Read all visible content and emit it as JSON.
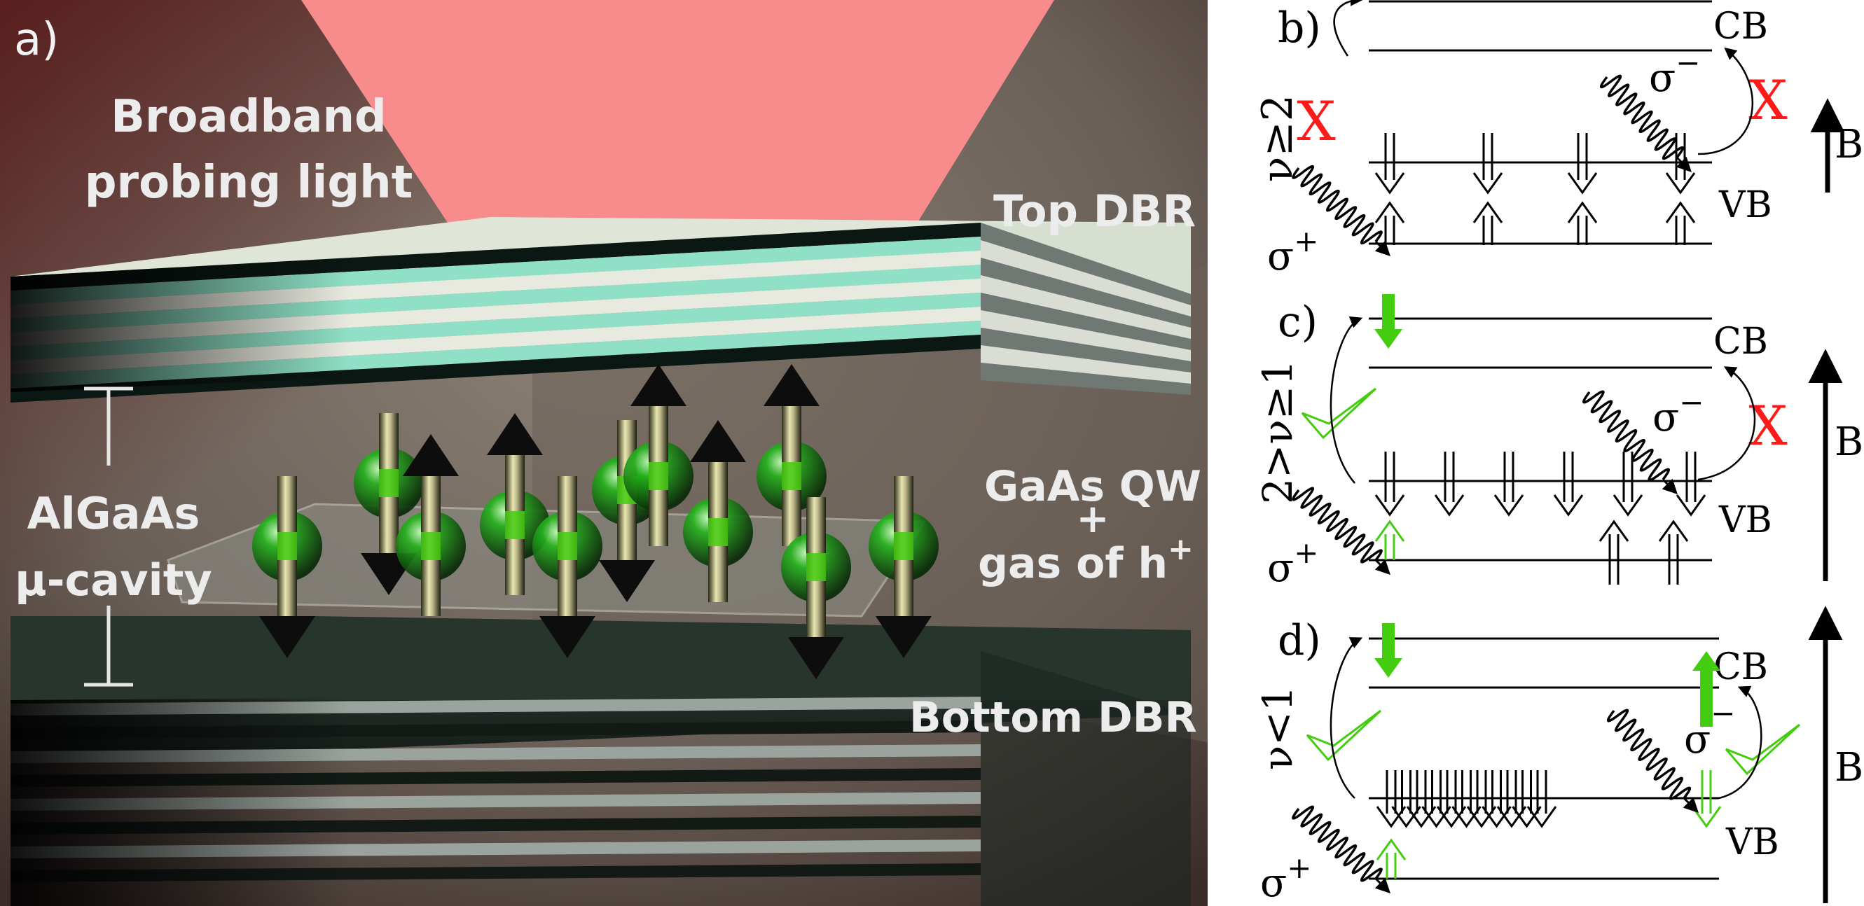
{
  "panel_a": {
    "label": "a)",
    "probe_line1": "Broadband",
    "probe_line2": "probing light",
    "top_dbr": "Top DBR",
    "cavity_line1": "AlGaAs",
    "cavity_line2": "μ-cavity",
    "qw_line1": "GaAs QW",
    "qw_plus": "+",
    "qw_line2": "gas of h",
    "qw_sup": "+",
    "bottom_dbr": "Bottom DBR"
  },
  "panels": [
    {
      "label": "b)",
      "nu": "ν≥2",
      "cb": "CB",
      "vb": "VB",
      "sigma_minus": "σ",
      "sigma_minus_sup": "−",
      "sigma_plus": "σ",
      "sigma_plus_sup": "+",
      "b": "B",
      "left_mark": "X",
      "right_mark": "X"
    },
    {
      "label": "c)",
      "nu": "2>ν≥1",
      "cb": "CB",
      "vb": "VB",
      "sigma_minus": "σ",
      "sigma_minus_sup": "−",
      "sigma_plus": "σ",
      "sigma_plus_sup": "+",
      "b": "B",
      "left_mark": "check",
      "right_mark": "X"
    },
    {
      "label": "d)",
      "nu": "ν<1",
      "cb": "CB",
      "vb": "VB",
      "sigma_minus": "σ",
      "sigma_minus_sup": "−",
      "sigma_plus": "σ",
      "sigma_plus_sup": "+",
      "b": "B",
      "left_mark": "check",
      "right_mark": "check"
    }
  ],
  "colors": {
    "probe_light": "#f88c8c",
    "dbr_teal": "#8fe0c6",
    "dbr_light": "#e9eadf",
    "dbr_dark": "#0b1712",
    "green": "#44cc10",
    "red": "#ff1a1a",
    "bg_dark": "#4e4640"
  }
}
